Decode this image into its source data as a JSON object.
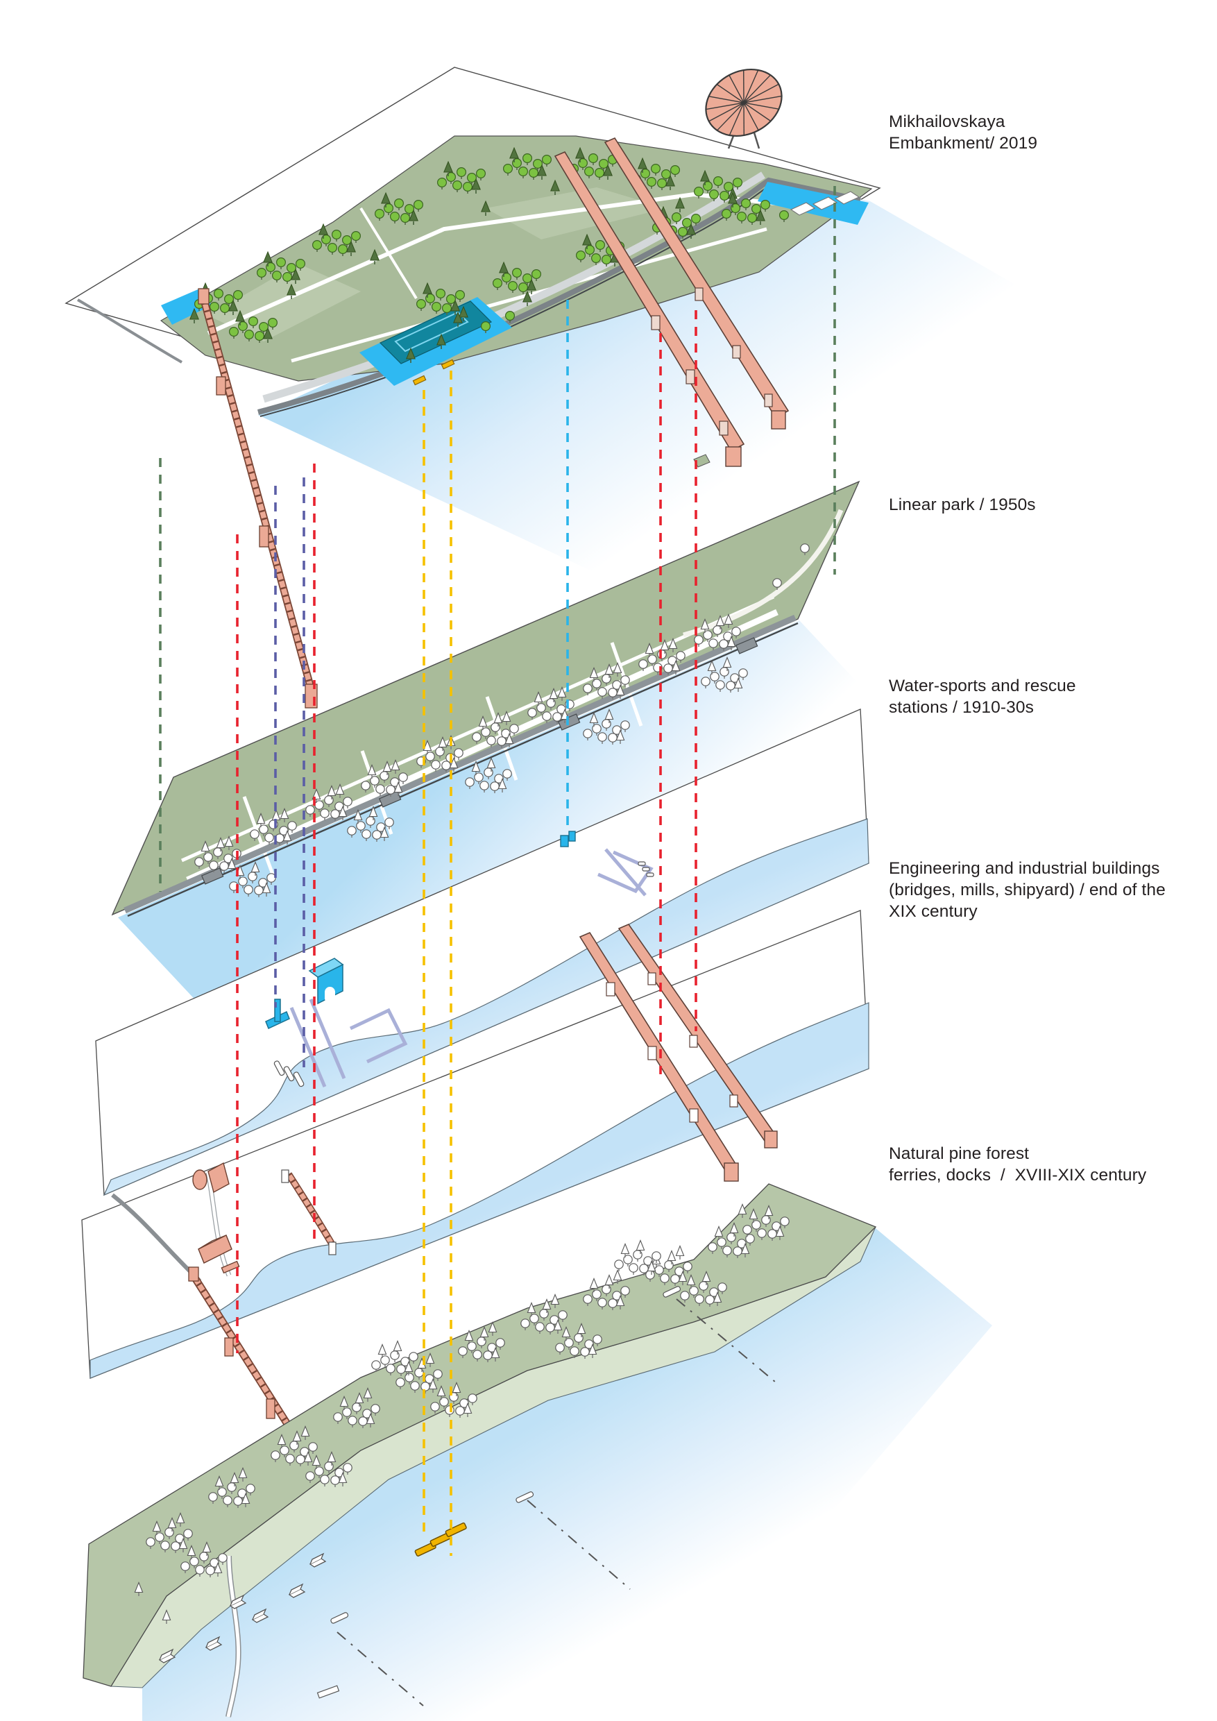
{
  "diagram": {
    "kind": "exploded axonometric timeline of a riverfront",
    "labels": [
      {
        "id": "embankment-2019",
        "lines": [
          "Mikhailovskaya",
          "Embankment/ 2019"
        ]
      },
      {
        "id": "linear-park-1950s",
        "lines": [
          "Linear park / 1950s"
        ]
      },
      {
        "id": "water-sports-1910-30s",
        "lines": [
          "Water-sports and rescue",
          "stations / 1910-30s"
        ]
      },
      {
        "id": "industrial-xix",
        "lines": [
          "Engineering and industrial buildings",
          "(bridges, mills, shipyard) / end of the",
          "XIX century"
        ]
      },
      {
        "id": "pine-forest-xviii-xix",
        "lines": [
          "Natural pine forest",
          "ferries, docks  /  XVIII-XIX century"
        ]
      }
    ],
    "palette": {
      "land_green": "#a9bb9a",
      "forest_green": "#b6c6a8",
      "beach": "#d9e4cf",
      "tree_bright_green": "#7cc242",
      "pine_dark": "#52743f",
      "water_bright": "#2fb9f2",
      "pool_deck_teal": "#11869e",
      "river_pale": "#b4ddf5",
      "bridge_salmon": "#ecab97",
      "bridge_outline": "#5d4037",
      "building_blue": "#29b5ea",
      "pier_lavender": "#a9b0d8",
      "dock_yellow": "#f0b400",
      "wall_gray": "#7c8388",
      "label_text": "#231f20"
    },
    "connector_colors": {
      "red": "#e8222e",
      "indigo": "#5b5ea6",
      "yellow": "#f6c100",
      "cyan": "#2ab4ea",
      "green": "#5a7f5c"
    }
  }
}
